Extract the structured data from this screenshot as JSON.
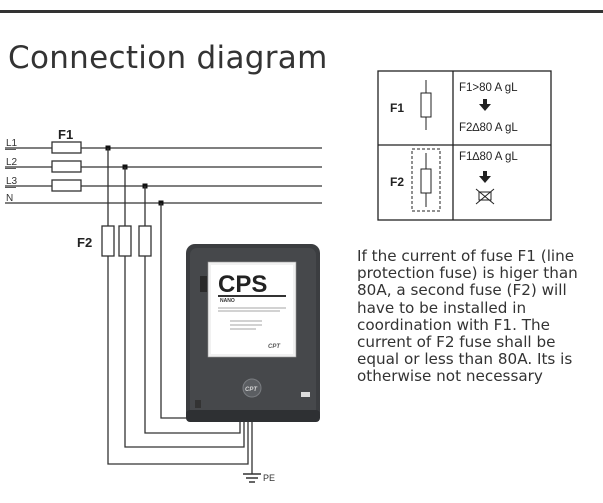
{
  "page_title": "Connection diagram",
  "lines": {
    "l1": "L1",
    "l2": "L2",
    "l3": "L3",
    "n": "N"
  },
  "fuse_labels": {
    "f1": "F1",
    "f2": "F2"
  },
  "ground_label": "PE",
  "device": {
    "brand": "CPS",
    "sub": "NANO",
    "logo": "CPT"
  },
  "table": {
    "row1": {
      "label": "F1",
      "top": "F1>80 A gL",
      "bottom": "F2∆80 A gL"
    },
    "row2": {
      "label": "F2",
      "top": "F1∆80 A gL"
    }
  },
  "description": "If the current of fuse F1 (line protection fuse) is higer than 80A, a second fuse (F2) will have to be installed in coordination with F1. The current of F2 fuse shall be equal or less than 80A. Its is otherwise not necessary"
}
